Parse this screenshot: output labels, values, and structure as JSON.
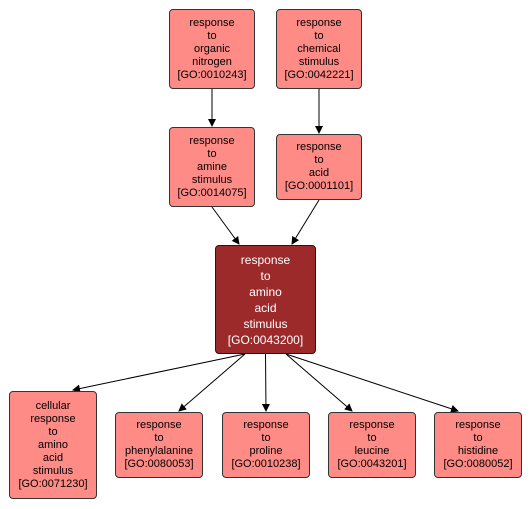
{
  "colors": {
    "node_fill": "#ff8b87",
    "focus_fill": "#9d2a2a",
    "focus_text": "#ffffff",
    "edge": "#000000"
  },
  "nodes": {
    "n10243": {
      "label": "response\nto\norganic\nnitrogen\n[GO:0010243]"
    },
    "n42221": {
      "label": "response\nto\nchemical\nstimulus\n[GO:0042221]"
    },
    "n14075": {
      "label": "response\nto\namine\nstimulus\n[GO:0014075]"
    },
    "n1101": {
      "label": "response\nto\nacid\n[GO:0001101]"
    },
    "n43200": {
      "label": "response\nto\namino\nacid\nstimulus\n[GO:0043200]"
    },
    "n71230": {
      "label": "cellular\nresponse\nto\namino\nacid\nstimulus\n[GO:0071230]"
    },
    "n80053": {
      "label": "response\nto\nphenylalanine\n[GO:0080053]"
    },
    "n10238": {
      "label": "response\nto\nproline\n[GO:0010238]"
    },
    "n43201": {
      "label": "response\nto\nleucine\n[GO:0043201]"
    },
    "n80052": {
      "label": "response\nto\nhistidine\n[GO:0080052]"
    }
  },
  "edges": [
    [
      "n10243",
      "n14075"
    ],
    [
      "n42221",
      "n1101"
    ],
    [
      "n14075",
      "n43200"
    ],
    [
      "n1101",
      "n43200"
    ],
    [
      "n43200",
      "n71230"
    ],
    [
      "n43200",
      "n80053"
    ],
    [
      "n43200",
      "n10238"
    ],
    [
      "n43200",
      "n43201"
    ],
    [
      "n43200",
      "n80052"
    ]
  ]
}
